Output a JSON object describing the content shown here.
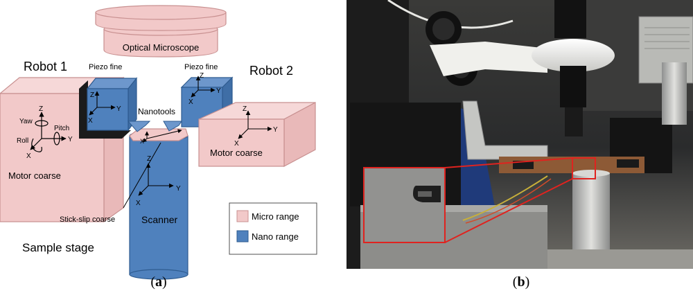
{
  "colors": {
    "micro": "#f2c9c9",
    "micro_stroke": "#c89090",
    "nano": "#4f81bd",
    "nano_stroke": "#2e5b8f"
  },
  "diagram": {
    "robot1": "Robot 1",
    "robot2": "Robot 2",
    "optical_microscope": "Optical Microscope",
    "piezo_fine_left": "Piezo fine",
    "piezo_fine_right": "Piezo fine",
    "nanotools": "Nanotools",
    "motor_coarse_left": "Motor coarse",
    "motor_coarse_right": "Motor coarse",
    "scanner": "Scanner",
    "stick_slip": "Stick-slip coarse",
    "sample_stage": "Sample stage",
    "axes": {
      "x": "X",
      "y": "Y",
      "z": "Z",
      "yaw": "Yaw",
      "pitch": "Pitch",
      "roll": "Roll"
    },
    "legend": {
      "micro": "Micro range",
      "nano": "Nano range"
    }
  },
  "captions": {
    "a_open": "(",
    "a_letter": "a",
    "a_close": ")",
    "b_open": "(",
    "b_letter": "b",
    "b_close": ")"
  }
}
